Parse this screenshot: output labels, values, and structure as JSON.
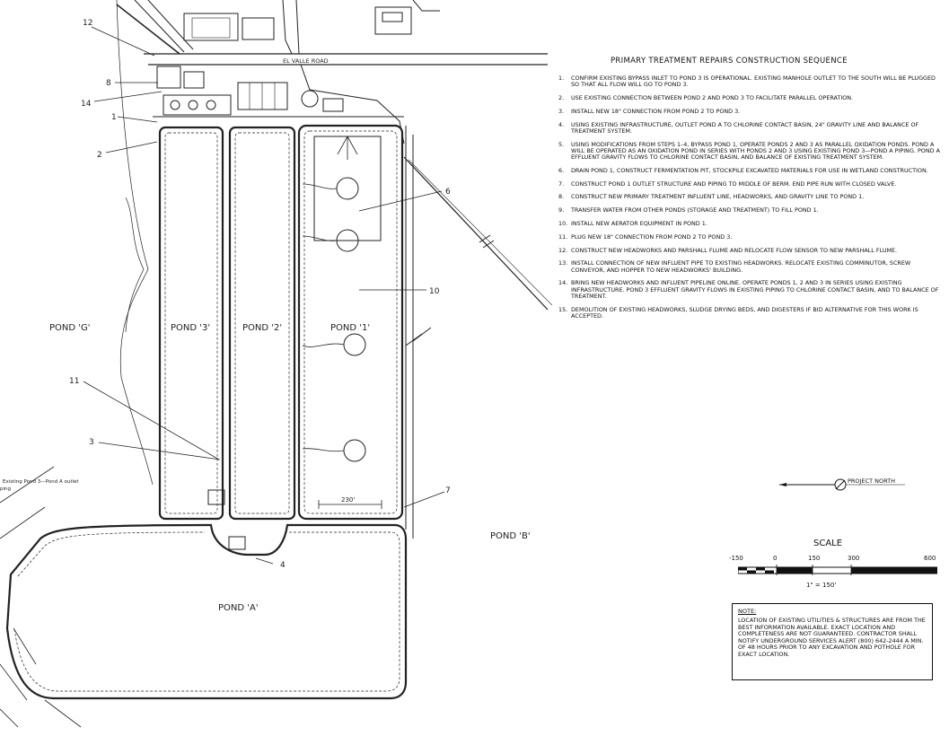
{
  "map": {
    "road_label": "EL VALLE ROAD",
    "pond_labels": {
      "pond_g": "POND 'G'",
      "pond_3": "POND '3'",
      "pond_2": "POND '2'",
      "pond_1": "POND '1'",
      "pond_b": "POND 'B'",
      "pond_a": "POND 'A'"
    },
    "callouts": [
      "1",
      "2",
      "3",
      "4",
      "6",
      "7",
      "8",
      "10",
      "11",
      "12",
      "14"
    ],
    "dimension_label": "230'",
    "existing_outlet_note": "Existing Pond 3—Pond A outlet",
    "existing_outlet_note_line2": "ping"
  },
  "sequence": {
    "title": "PRIMARY TREATMENT REPAIRS CONSTRUCTION SEQUENCE",
    "steps": [
      {
        "n": "1.",
        "text": "CONFIRM EXISTING BYPASS INLET TO POND 3 IS OPERATIONAL. EXISTING MANHOLE OUTLET TO THE SOUTH WILL BE PLUGGED SO THAT ALL FLOW WILL GO TO POND 3."
      },
      {
        "n": "2.",
        "text": "USE EXISTING CONNECTION BETWEEN POND 2 AND POND 3 TO FACILITATE PARALLEL OPERATION."
      },
      {
        "n": "3.",
        "text": "INSTALL NEW 18\" CONNECTION FROM POND 2 TO POND 3."
      },
      {
        "n": "4.",
        "text": "USING EXISTING INFRASTRUCTURE, OUTLET POND A TO CHLORINE CONTACT BASIN, 24\" GRAVITY LINE AND BALANCE OF TREATMENT SYSTEM."
      },
      {
        "n": "5.",
        "text": "USING MODIFICATIONS FROM STEPS 1–4, BYPASS POND 1, OPERATE PONDS 2 AND 3 AS PARALLEL OXIDATION PONDS. POND A WILL BE OPERATED AS AN OXIDATION POND IN SERIES WITH PONDS 2 AND 3 USING EXISTING POND 3—POND A PIPING. POND A EFFLUENT GRAVITY FLOWS TO CHLORINE CONTACT BASIN, AND BALANCE OF EXISTING TREATMENT SYSTEM."
      },
      {
        "n": "6.",
        "text": "DRAIN POND 1, CONSTRUCT FERMENTATION PIT, STOCKPILE EXCAVATED MATERIALS FOR USE IN WETLAND CONSTRUCTION."
      },
      {
        "n": "7.",
        "text": "CONSTRUCT POND 1 OUTLET STRUCTURE AND PIPING TO MIDDLE OF BERM. END PIPE RUN WITH CLOSED VALVE."
      },
      {
        "n": "8.",
        "text": "CONSTRUCT NEW PRIMARY TREATMENT INFLUENT LINE, HEADWORKS, AND GRAVITY LINE TO POND 1."
      },
      {
        "n": "9.",
        "text": "TRANSFER WATER FROM OTHER PONDS (STORAGE AND TREATMENT) TO FILL POND 1."
      },
      {
        "n": "10.",
        "text": "INSTALL NEW AERATOR EQUIPMENT IN POND 1."
      },
      {
        "n": "11.",
        "text": "PLUG NEW 18\" CONNECTION FROM POND 2 TO POND 3."
      },
      {
        "n": "12.",
        "text": "CONSTRUCT NEW HEADWORKS AND PARSHALL FLUME AND RELOCATE FLOW SENSOR TO NEW PARSHALL FLUME."
      },
      {
        "n": "13.",
        "text": "INSTALL CONNECTION OF NEW INFLUENT PIPE TO EXISTING HEADWORKS. RELOCATE EXISTING COMMINUTOR, SCREW CONVEYOR, AND HOPPER TO NEW HEADWORKS' BUILDING."
      },
      {
        "n": "14.",
        "text": "BRING NEW HEADWORKS AND INFLUENT PIPELINE ONLINE. OPERATE PONDS 1, 2 AND 3 IN SERIES USING EXISTING INFRASTRUCTURE. POND 3 EFFLUENT GRAVITY FLOWS IN EXISTING PIPING TO CHLORINE CONTACT BASIN, AND TO BALANCE OF TREATMENT."
      },
      {
        "n": "15.",
        "text": "DEMOLITION OF EXISTING HEADWORKS, SLUDGE DRYING BEDS, AND DIGESTERS IF BID ALTERNATIVE FOR THIS WORK IS ACCEPTED."
      }
    ]
  },
  "north_arrow_label": "PROJECT NORTH",
  "scale": {
    "title": "SCALE",
    "ticks": [
      "-150",
      "0",
      "150",
      "300",
      "600"
    ],
    "ratio": "1\" = 150'"
  },
  "note": {
    "title": "NOTE:",
    "text": "LOCATION OF EXISTING UTILITIES & STRUCTURES ARE FROM THE BEST INFORMATION AVAILABLE. EXACT LOCATION AND COMPLETENESS ARE NOT GUARANTEED. CONTRACTOR SHALL NOTIFY UNDERGROUND SERVICES ALERT (800) 642-2444 A MIN. OF 48 HOURS PRIOR TO ANY EXCAVATION AND POTHOLE FOR EXACT LOCATION."
  }
}
